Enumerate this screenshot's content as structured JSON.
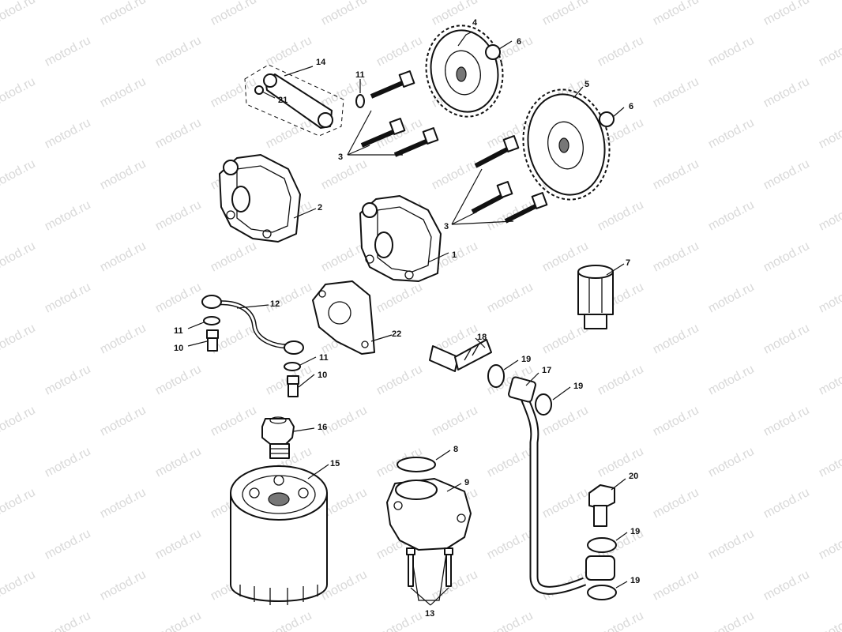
{
  "watermark": "motod.ru",
  "callouts": {
    "c1": "1",
    "c2": "2",
    "c3a": "3",
    "c3b": "3",
    "c4": "4",
    "c5": "5",
    "c6a": "6",
    "c6b": "6",
    "c7": "7",
    "c8": "8",
    "c9": "9",
    "c10a": "10",
    "c10b": "10",
    "c11a": "11",
    "c11b": "11",
    "c11c": "11",
    "c12": "12",
    "c13": "13",
    "c14": "14",
    "c15": "15",
    "c16": "16",
    "c17": "17",
    "c18": "18",
    "c19a": "19",
    "c19b": "19",
    "c19c": "19",
    "c19d": "19",
    "c20": "20",
    "c21": "21",
    "c22": "22"
  }
}
